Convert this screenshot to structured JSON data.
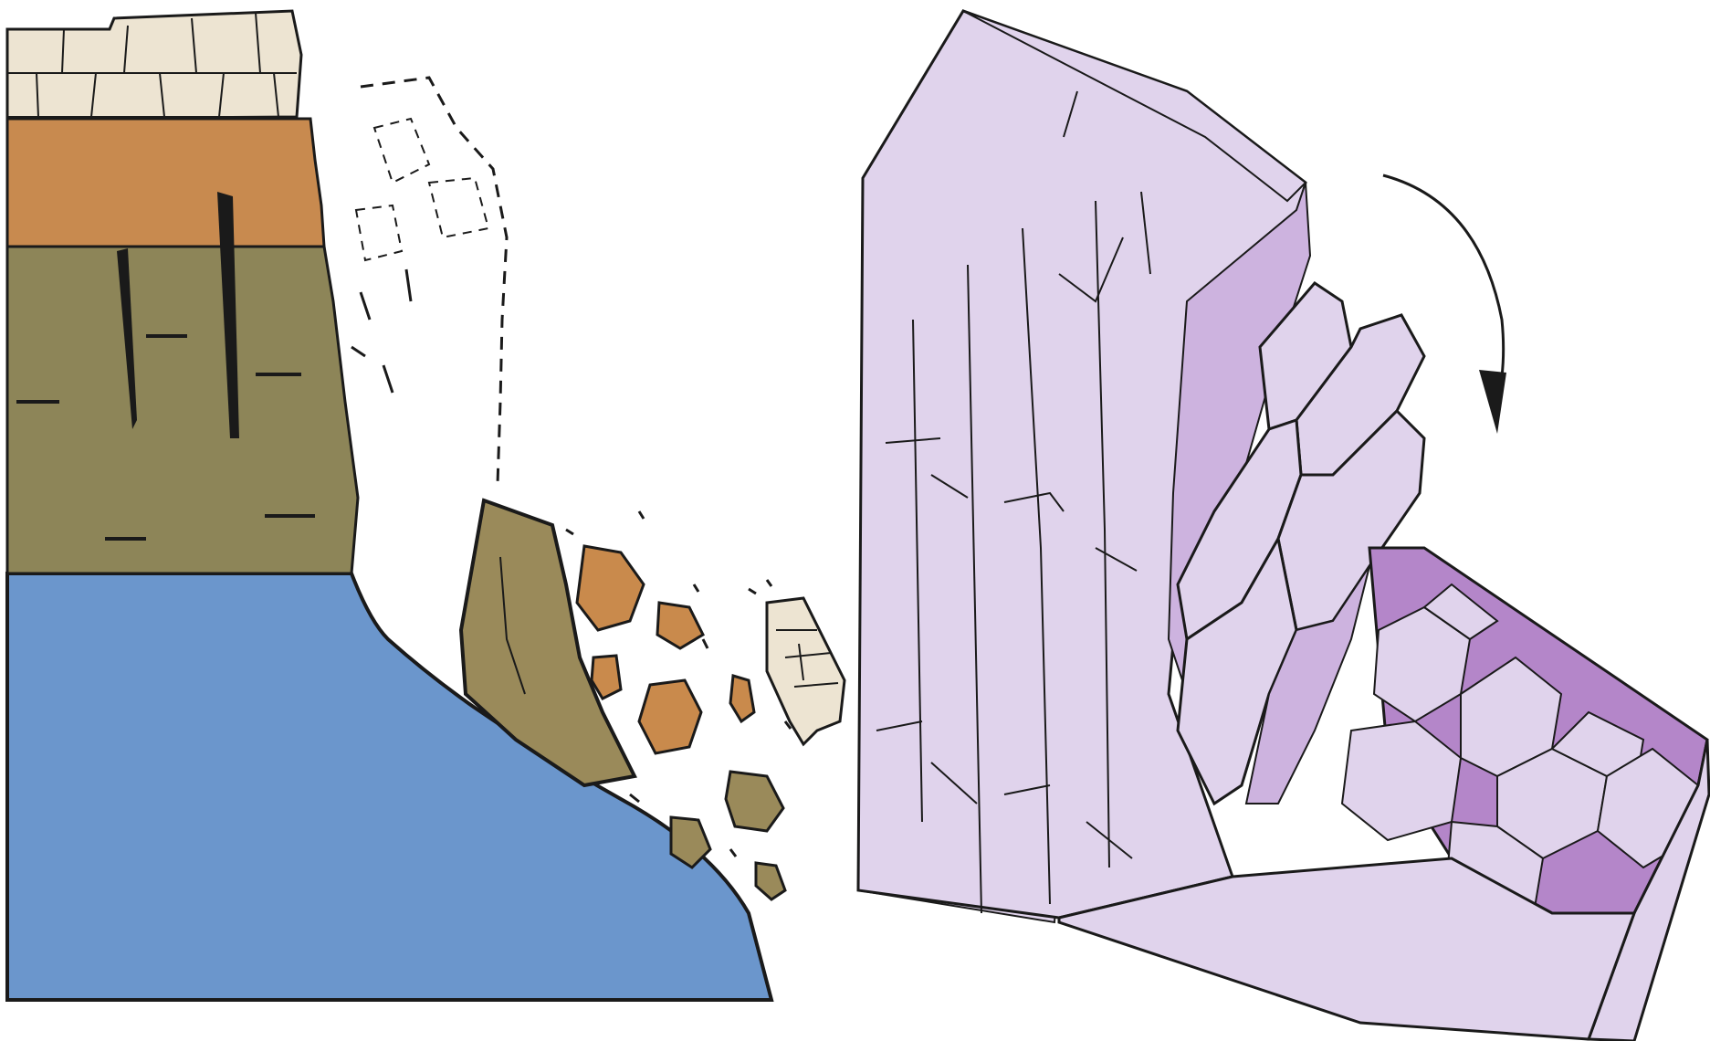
{
  "figure": {
    "panels": [
      {
        "id": "rockfall",
        "subject": "cliff-rockfall"
      },
      {
        "id": "toppling",
        "subject": "rock-toppling-block"
      }
    ]
  },
  "colors": {
    "background": "#ffffff",
    "outline": "#1a1a1a",
    "limestone": "#ede4d2",
    "sandstone": "#c88a4f",
    "shale": "#8d8558",
    "water": "#6b96cc",
    "rock_orange": "#c98a4c",
    "rock_olive": "#9a8a5a",
    "block_light": "#e0d3ec",
    "block_mid": "#cdb3df",
    "block_dark": "#b486c9",
    "arrow": "#1a1a1a"
  }
}
